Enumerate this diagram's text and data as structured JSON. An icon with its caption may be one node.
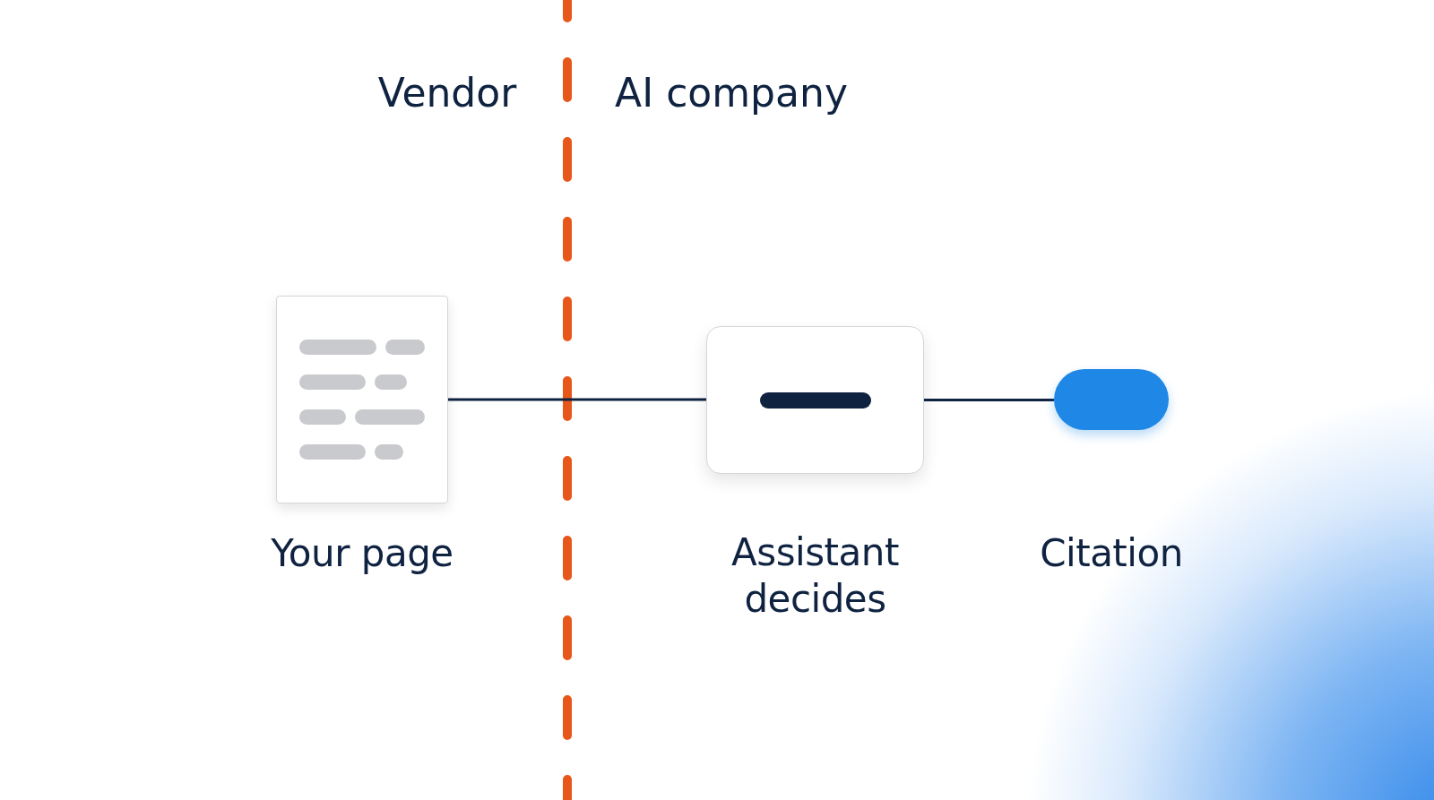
{
  "diagram": {
    "nodes": [
      {
        "text": [
          "Your page"
        ]
      },
      {
        "text": [
          "Assistant decides"
        ]
      },
      {
        "text": [
          "Citation"
        ]
      }
    ],
    "edges": [
      {
        "from": 0,
        "to": 1,
        "arrow": "none"
      },
      {
        "from": 1,
        "to": 2,
        "arrow": "none"
      }
    ],
    "labels": [
      "Vendor",
      "AI company"
    ]
  }
}
